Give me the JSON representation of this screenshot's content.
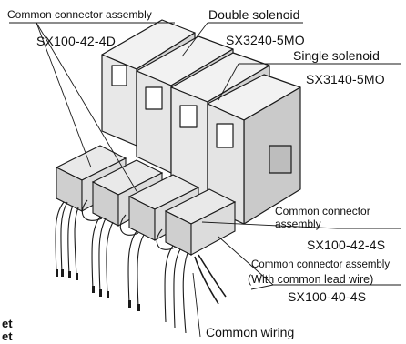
{
  "labels": {
    "common_connector_assembly_left": "Common connector assembly",
    "common_connector_assembly_left_part": "SX100-42-4D",
    "double_solenoid": "Double solenoid",
    "double_solenoid_part": "SX3240-5MO",
    "single_solenoid": "Single solenoid",
    "single_solenoid_part": "SX3140-5MO",
    "common_connector_assembly_right_line1": "Common connector",
    "common_connector_assembly_right_line2": "assembly",
    "common_connector_assembly_right_part": "SX100-42-4S",
    "common_lead_assembly_line1": "Common connector assembly",
    "common_lead_assembly_line2": "(With common lead wire)",
    "common_lead_assembly_part": "SX100-40-4S",
    "common_wiring": "Common wiring",
    "cut_left_line1": "et",
    "cut_left_line2": "et"
  },
  "colors": {
    "line": "#1a1a1a",
    "body_light": "#ececec",
    "body_mid": "#d6d6d6",
    "body_dark": "#b9b9b9",
    "text": "#111111"
  }
}
